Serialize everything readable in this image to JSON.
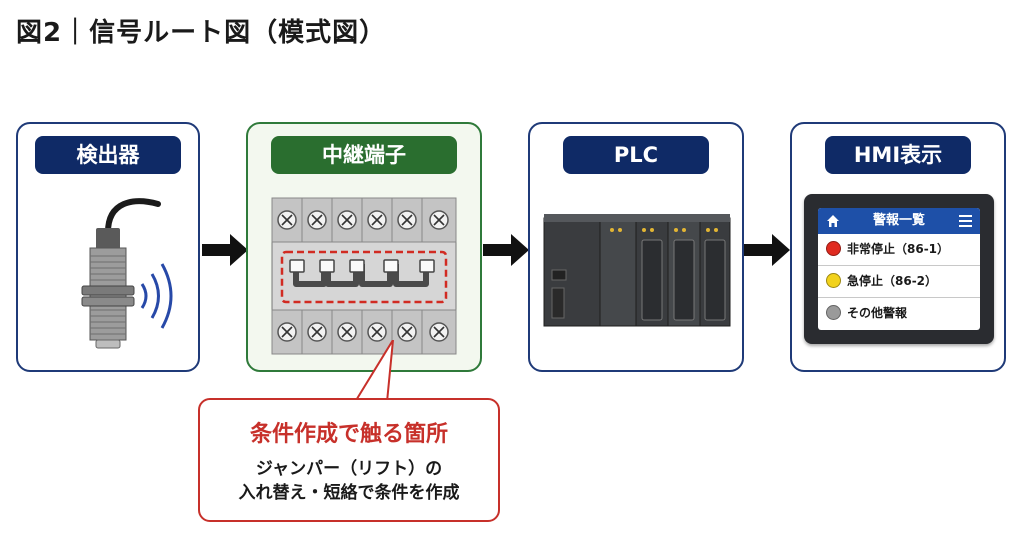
{
  "title": "図2｜信号ルート図（模式図）",
  "stages": [
    {
      "label": "検出器"
    },
    {
      "label": "中継端子"
    },
    {
      "label": "PLC"
    },
    {
      "label": "HMI表示"
    }
  ],
  "callout": {
    "title": "条件作成で触る箇所",
    "line1": "ジャンパー（リフト）の",
    "line2": "入れ替え・短絡で条件を作成"
  },
  "hmi": {
    "header": "警報一覧",
    "alarms": [
      {
        "text": "非常停止（86-1）",
        "color": "#e02b20"
      },
      {
        "text": "急停止（86-2）",
        "color": "#f2d21c"
      },
      {
        "text": "その他警報",
        "color": "#9a9a9a"
      }
    ]
  },
  "colors": {
    "navy": "#0f2a66",
    "green": "#2a6e2f",
    "callout_red": "#c7302a"
  }
}
